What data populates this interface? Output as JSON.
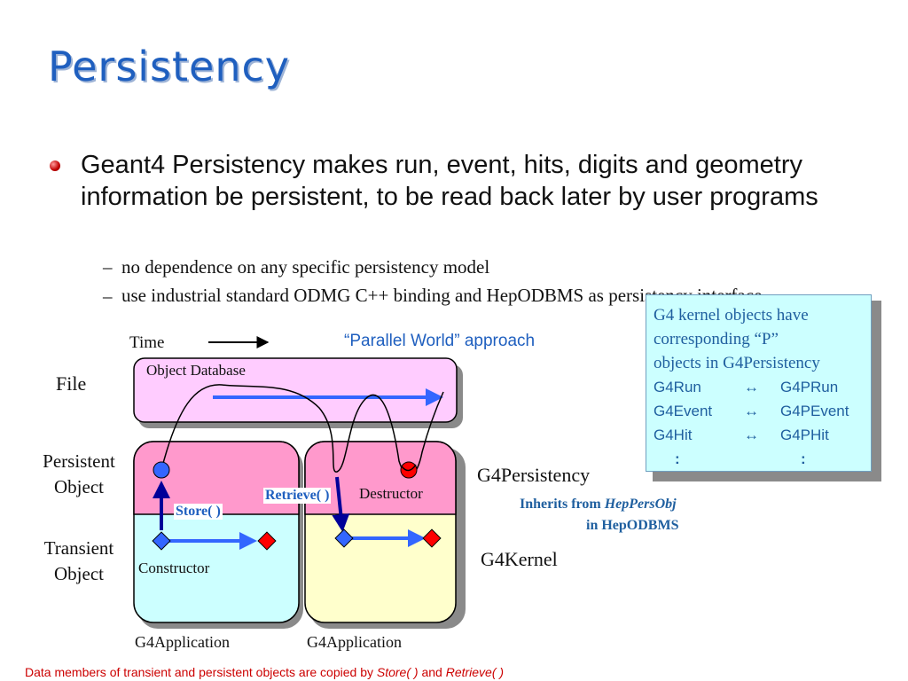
{
  "slide": {
    "title": "Persistency",
    "bullet_main": "Geant4 Persistency makes run, event, hits, digits and geometry information be persistent, to be read back later by user programs",
    "subbullet_marker": "–",
    "subbullets": [
      "no dependence on any specific persistency model",
      "use industrial standard ODMG C++ binding and HepODBMS as persistency interface"
    ]
  },
  "note": {
    "lines": [
      "G4 kernel objects have",
      "corresponding “P”",
      "objects in G4Persistency"
    ],
    "rows": [
      {
        "left": "G4Run",
        "arrow": "↔",
        "right": "G4PRun"
      },
      {
        "left": "G4Event",
        "arrow": "↔",
        "right": "G4PEvent"
      },
      {
        "left": "G4Hit",
        "arrow": "↔",
        "right": "G4PHit"
      },
      {
        "left": ":",
        "arrow": "",
        "right": ":"
      }
    ]
  },
  "diagram": {
    "time_label": "Time",
    "approach_label": "“Parallel World” approach",
    "file_label": "File",
    "persistent_label": "Persistent Object",
    "transient_label": "Transient Object",
    "object_database_label": "Object Database",
    "g4persistency_label": "G4Persistency",
    "inherits_prefix": "Inherits from ",
    "inherits_class": "HepPersObj",
    "inherits_suffix": "in HepODBMS",
    "g4kernel_label": "G4Kernel",
    "destructor_label": "Destructor",
    "constructor_label": "Constructor",
    "store_label": "Store( )",
    "retrieve_label": "Retrieve( )",
    "app_labels": [
      "G4Application",
      "G4Application"
    ]
  },
  "footer": {
    "text_before": "Data members of transient and persistent objects are copied by ",
    "store": "Store( )",
    "text_middle": " and ",
    "retrieve": "Retrieve( )"
  },
  "colors": {
    "title": "#1f5fbf",
    "file_fill": "#ffccff",
    "persistent_fill": "#ff99cc",
    "transient_fill_left": "#ccffff",
    "transient_fill_right": "#ffffcc",
    "arrow_blue": "#3366ff",
    "marker_red": "#ff0000",
    "footer_red": "#cc0000",
    "note_fill": "#ccffff"
  }
}
